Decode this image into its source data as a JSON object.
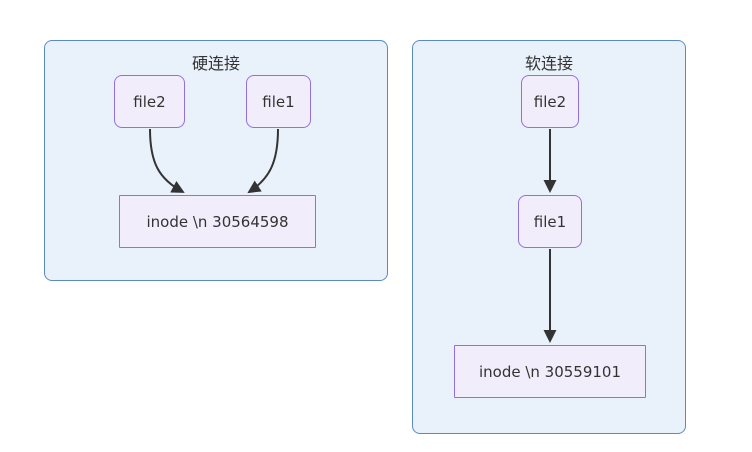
{
  "diagram": {
    "hard_link": {
      "title": "硬连接",
      "nodes": {
        "file2": "file2",
        "file1": "file1",
        "inode": "inode \\n 30564598"
      }
    },
    "soft_link": {
      "title": "软连接",
      "nodes": {
        "file2": "file2",
        "file1": "file1",
        "inode": "inode \\n 30559101"
      }
    }
  },
  "colors": {
    "cluster_fill": "#e9f1fb",
    "cluster_border": "#5b8ac2",
    "node_fill": "#f2edfb",
    "node_border": "#9370db",
    "edge_color": "#333333",
    "text_color": "#333333"
  }
}
